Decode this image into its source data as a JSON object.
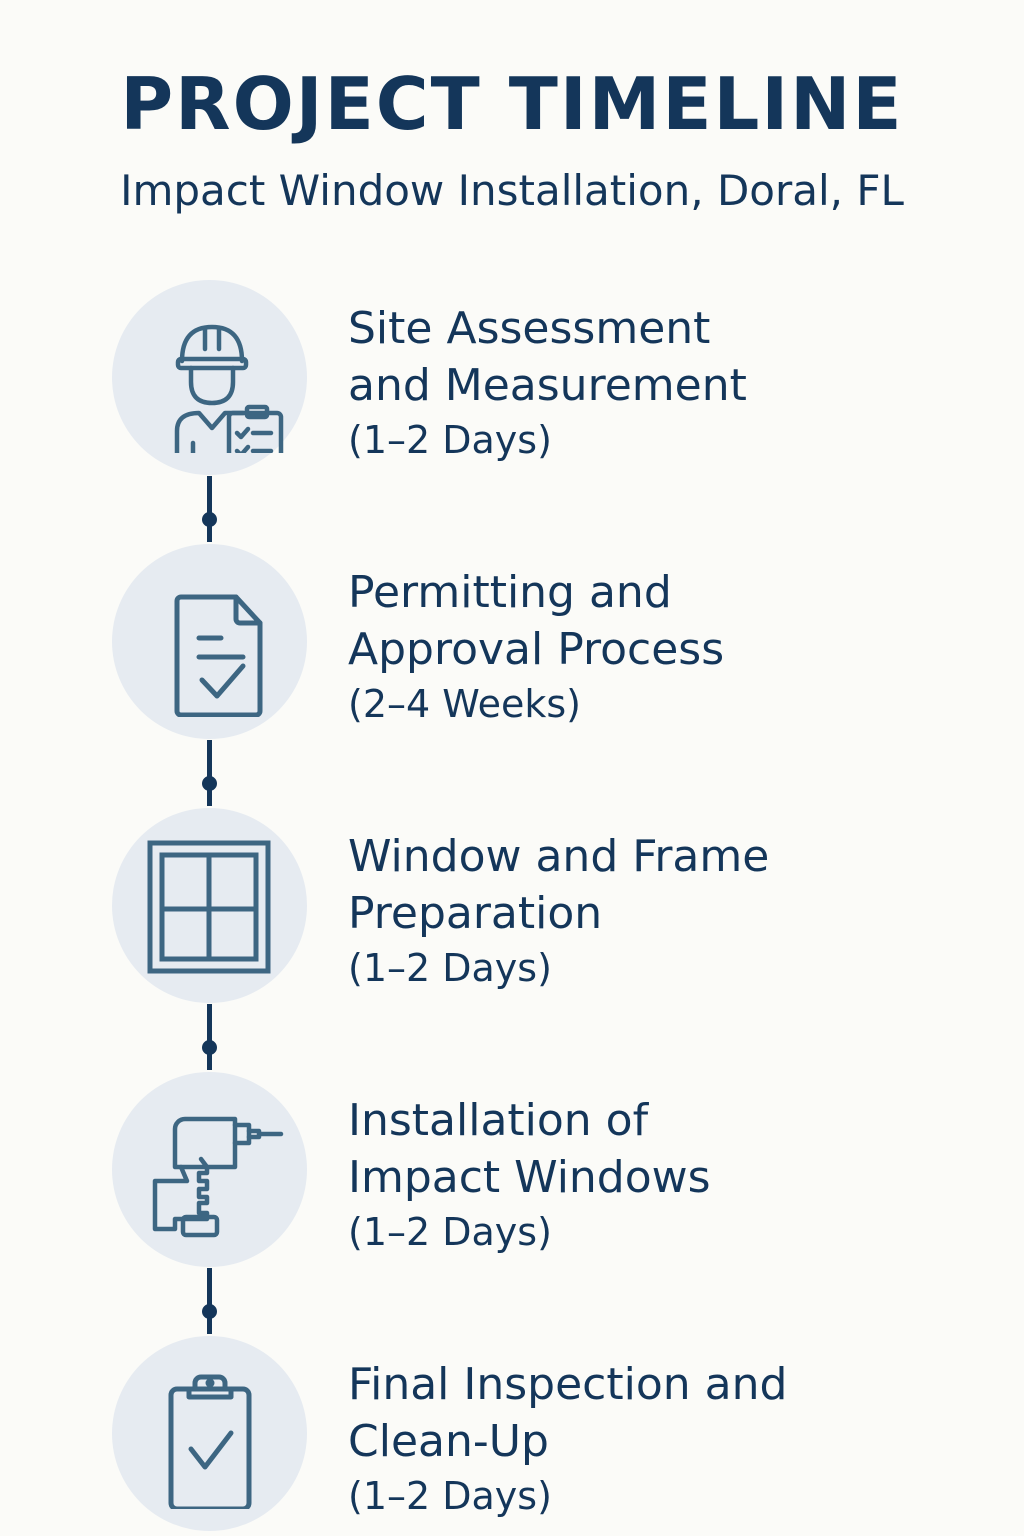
{
  "header": {
    "title": "PROJECT TIMELINE",
    "subtitle": "Impact Window Installation, Doral, FL"
  },
  "colors": {
    "primary": "#14365a",
    "icon_stroke": "#3d6682",
    "circle_bg": "#e6ebf1",
    "background": "#fbfbf8"
  },
  "steps": [
    {
      "icon": "construction-worker-clipboard-icon",
      "line1": "Site Assessment",
      "line2": "and Measurement",
      "duration": "(1–2 Days)"
    },
    {
      "icon": "document-check-icon",
      "line1": "Permitting and",
      "line2": "Approval Process",
      "duration": "(2–4 Weeks)"
    },
    {
      "icon": "window-frame-icon",
      "line1": "Window and Frame",
      "line2": "Preparation",
      "duration": "(1–2 Days)"
    },
    {
      "icon": "hand-drill-icon",
      "line1": "Installation of",
      "line2": "Impact Windows",
      "duration": "(1–2 Days)"
    },
    {
      "icon": "clipboard-check-icon",
      "line1": "Final Inspection and",
      "line2": "Clean-Up",
      "duration": "(1–2 Days)"
    }
  ]
}
